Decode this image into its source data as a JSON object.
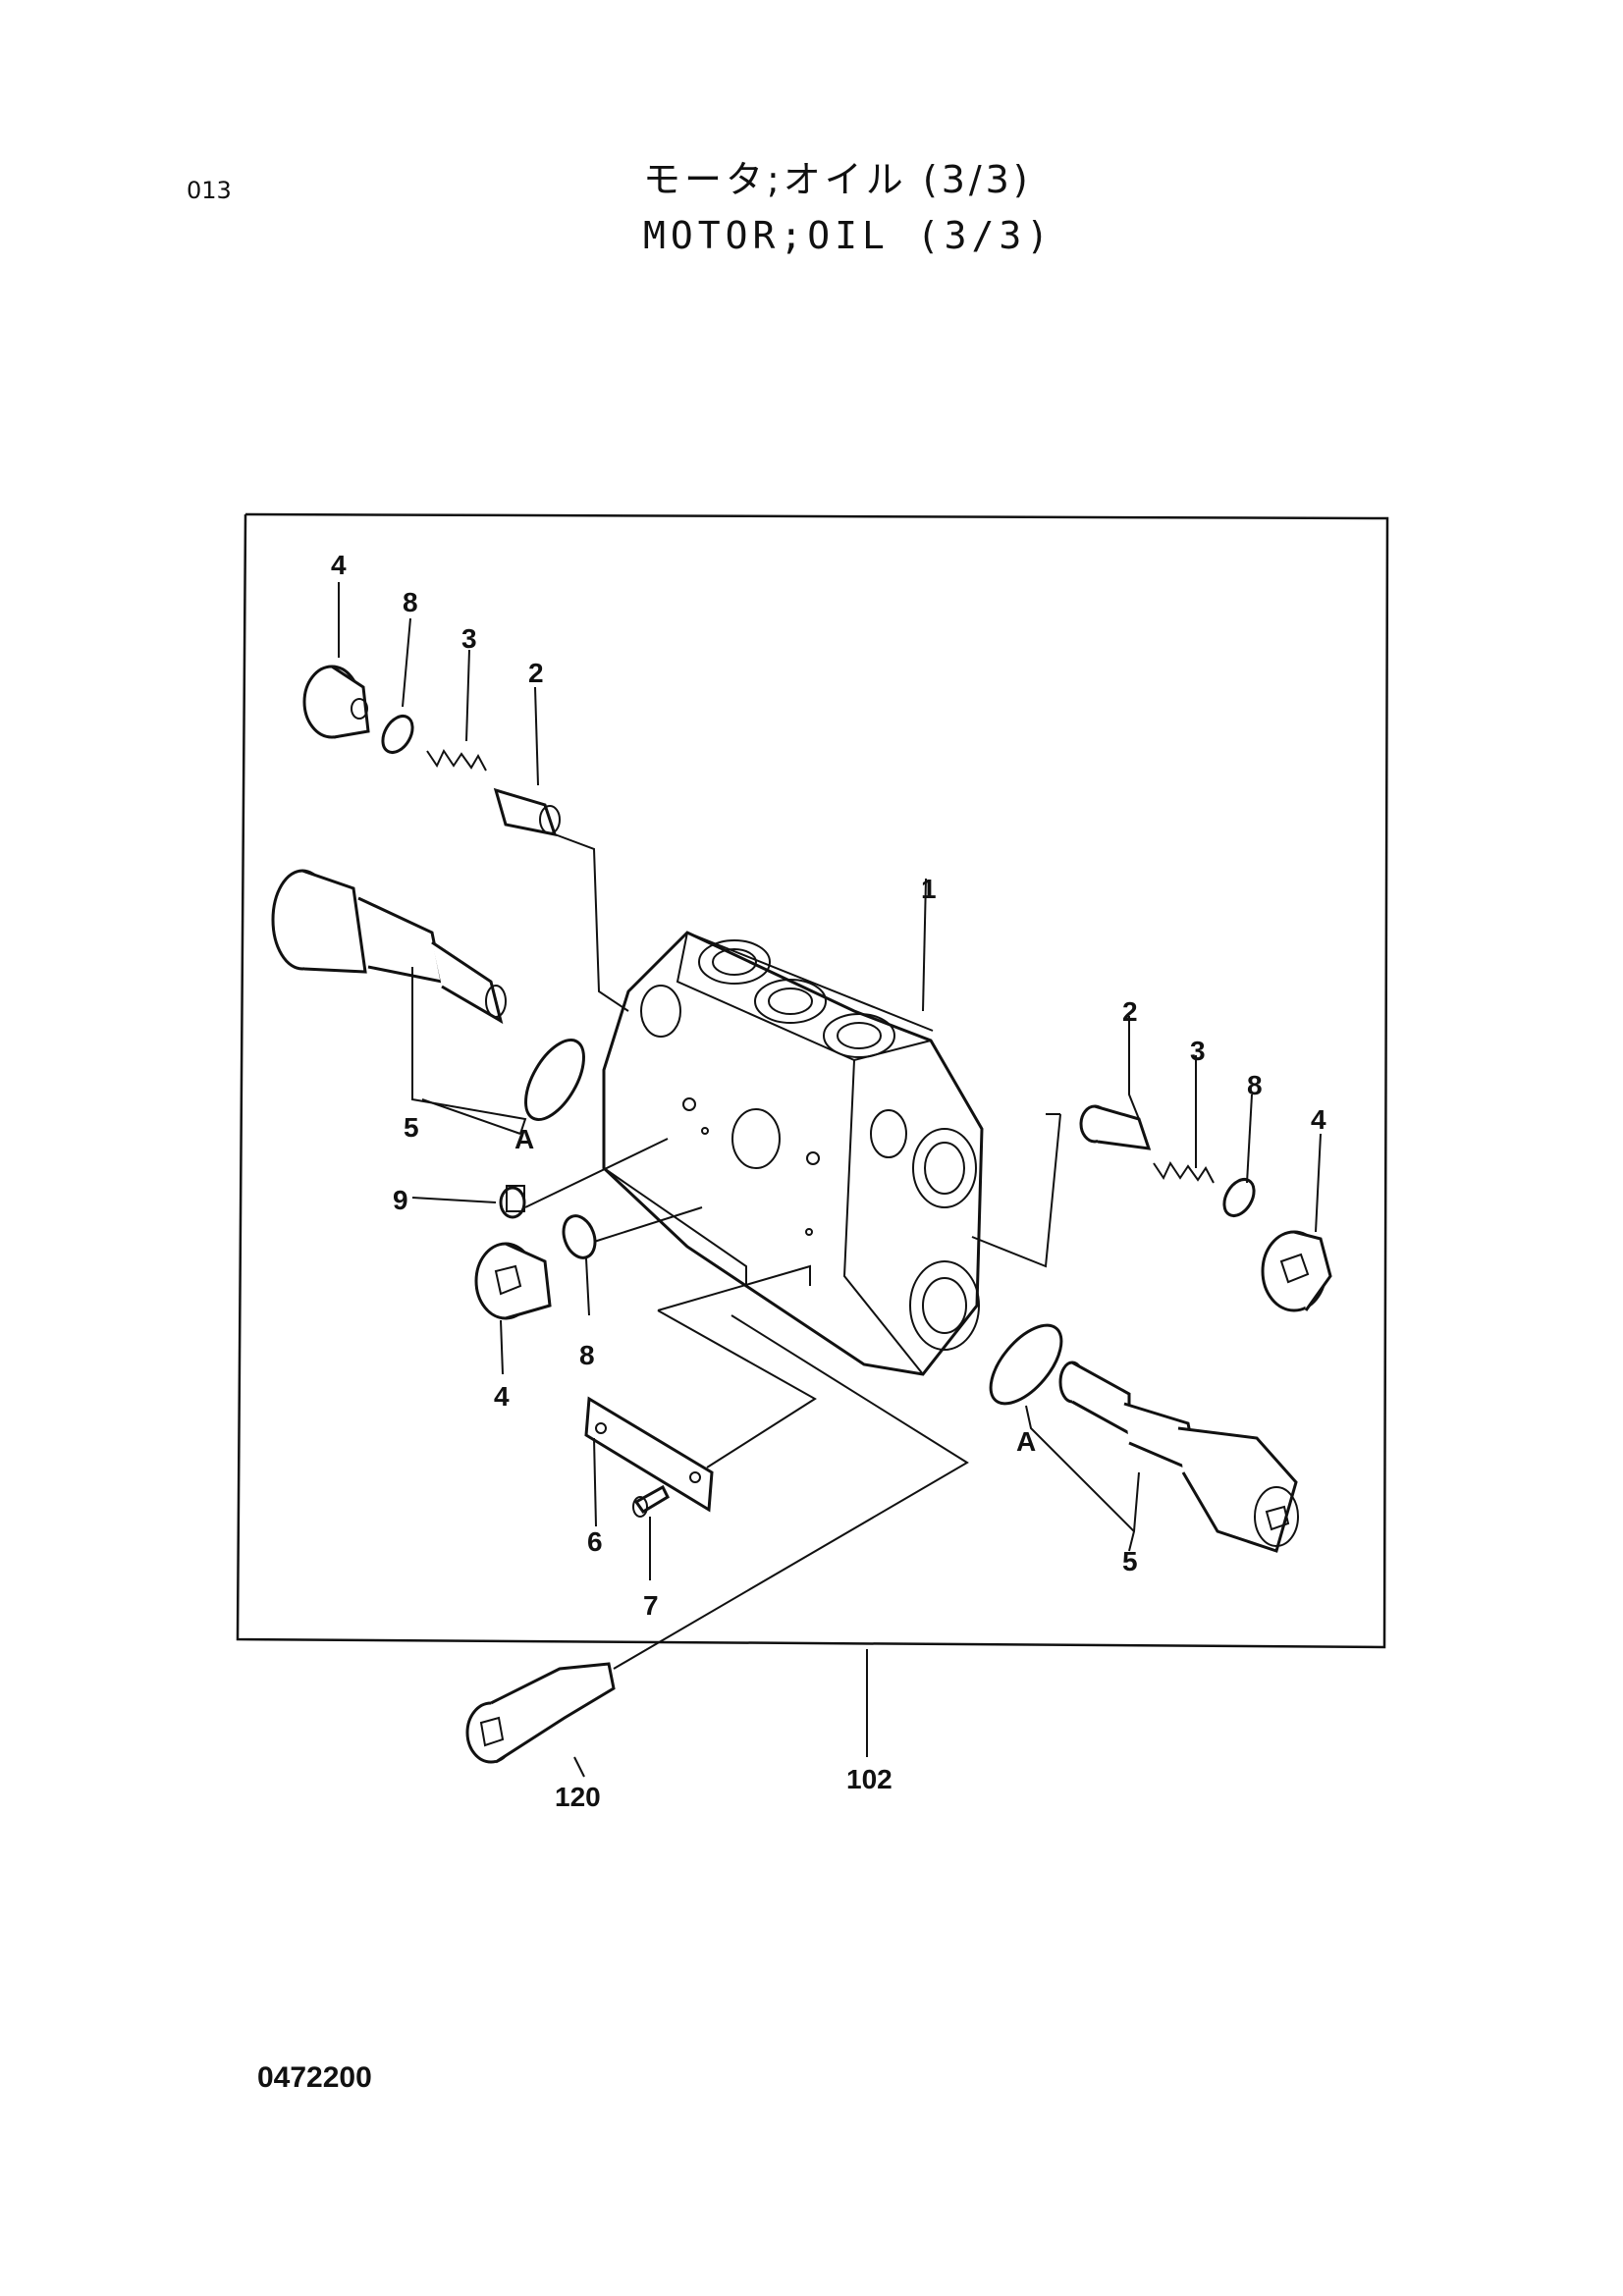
{
  "header": {
    "page_code": "013",
    "title_jp": "モータ;オイル (3/3)",
    "title_en": "MOTOR;OIL (3/3)"
  },
  "footer": {
    "drawing_code": "0472200"
  },
  "callouts": {
    "c1": "1",
    "c2_left": "2",
    "c2_right": "2",
    "c3_left": "3",
    "c3_right": "3",
    "c4_top_left": "4",
    "c4_bottom_left": "4",
    "c4_right": "4",
    "c5_left": "5",
    "c5_right": "5",
    "c6": "6",
    "c7": "7",
    "c8_top": "8",
    "c8_middle": "8",
    "c8_right": "8",
    "c9": "9",
    "cA_left": "A",
    "cA_right": "A",
    "c102": "102",
    "c120": "120"
  }
}
